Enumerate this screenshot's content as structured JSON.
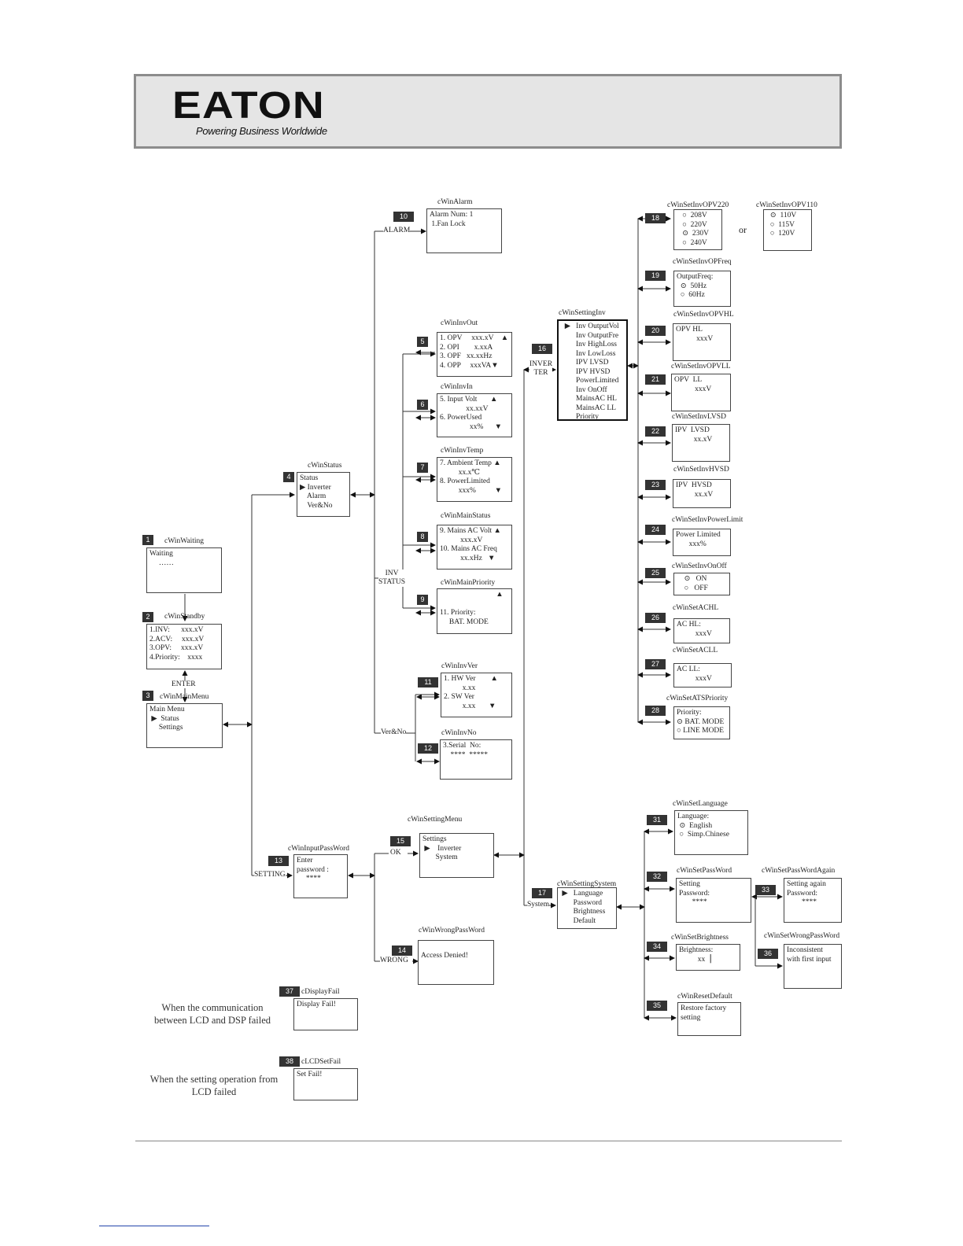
{
  "header": {
    "brand": "EATON",
    "tagline": "Powering Business Worldwide"
  },
  "boxes": [
    {
      "id": "b1",
      "num": "1",
      "title": "cWinWaiting",
      "body": "Waiting\n     ……"
    },
    {
      "id": "b2",
      "num": "2",
      "title": "cWinStandby",
      "body": "1.INV:      xxx.xV\n2.ACV:     xxx.xV\n3.OPV:     xxx.xV\n4.Priority:    xxxx"
    },
    {
      "id": "b3",
      "num": "3",
      "title": "cWinMainMenu",
      "body": "Main Menu\n ▶  Status\n     Settings"
    },
    {
      "id": "b4",
      "num": "4",
      "title": "cWinStatus",
      "body": "Status\n▶ Inverter\n    Alarm\n    Ver&No"
    },
    {
      "id": "b10",
      "num": "10",
      "title": "cWinAlarm",
      "body": "Alarm Num: 1\n 1.Fan Lock"
    },
    {
      "id": "b5",
      "num": "5",
      "title": "cWinInvOut",
      "body": "1. OPV     xxx.xV    ▲\n2. OPI        x.xxA\n3. OPF   xx.xxHz\n4. OPP     xxxVA▼"
    },
    {
      "id": "b6",
      "num": "6",
      "title": "cWinInvIn",
      "body": "5. Input Volt       ▲\n              xx.xxV\n6. PowerUsed\n                xx%      ▼"
    },
    {
      "id": "b7",
      "num": "7",
      "title": "cWinInvTemp",
      "body": "7. Ambient Temp ▲\n          xx.x℃\n8. PowerLimited\n          xxx%          ▼"
    },
    {
      "id": "b8",
      "num": "8",
      "title": "cWinMainStatus",
      "body": "9. Mains AC Volt ▲\n           xxx.xV\n10. Mains AC Freq\n           xx.xHz   ▼"
    },
    {
      "id": "b9",
      "num": "9",
      "title": "cWinMainPriority",
      "body": "                              ▲\n\n11. Priority:\n     BAT. MODE"
    },
    {
      "id": "b11",
      "num": "11",
      "title": "cWinInvVer",
      "body": "1. HW Ver        ▲\n          x.xx\n2. SW Ver\n          x.xx       ▼"
    },
    {
      "id": "b12",
      "num": "12",
      "title": "cWinInvNo",
      "body": "3.Serial  No:\n    ****  *****"
    },
    {
      "id": "b13",
      "num": "13",
      "title": "cWinInputPassWord",
      "body": "Enter\npassword :\n     ****"
    },
    {
      "id": "b15",
      "num": "15",
      "title": "cWinSettingMenu",
      "body": "Settings\n ▶    Inverter\n       System"
    },
    {
      "id": "b14",
      "num": "14",
      "title": "cWinWrongPassWord",
      "body": "\nAccess Denied!"
    },
    {
      "id": "b16",
      "num": "16",
      "title": "cWinSettingInv",
      "body": "  ▶   Inv OutputVol\n        Inv OutputFre\n        Inv HighLoss\n        Inv LowLoss\n        IPV LVSD\n        IPV HVSD\n        PowerLimited\n        Inv OnOff\n        MainsAC HL\n        MainsAC LL\n        Priority"
    },
    {
      "id": "b17",
      "num": "17",
      "title": "cWinSettingSystem",
      "body": " ▶   Language\n       Password\n       Brightness\n       Default"
    },
    {
      "id": "b18",
      "num": "18",
      "title": "cWinSetInvOPV220",
      "body": "   ○  208V\n   ○  220V\n   ⊙  230V\n   ○  240V"
    },
    {
      "id": "b18b",
      "num": "",
      "title": "cWinSetInvOPV110",
      "body": "  ⊙  110V\n  ○  115V\n  ○  120V"
    },
    {
      "id": "b19",
      "num": "19",
      "title": "cWinSetInvOPFreq",
      "body": "OutputFreq:\n  ⊙  50Hz\n  ○  60Hz"
    },
    {
      "id": "b20",
      "num": "20",
      "title": "cWinSetInvOPVHL",
      "body": "OPV HL\n           xxxV"
    },
    {
      "id": "b21",
      "num": "21",
      "title": "cWinSetInvOPVLL",
      "body": "OPV  LL\n           xxxV"
    },
    {
      "id": "b22",
      "num": "22",
      "title": "cWinSetInvLVSD",
      "body": "IPV  LVSD\n          xx.xV"
    },
    {
      "id": "b23",
      "num": "23",
      "title": "cWinSetInvHVSD",
      "body": "IPV  HVSD\n          xx.xV"
    },
    {
      "id": "b24",
      "num": "24",
      "title": "cWinSetInvPowerLimit",
      "body": "Power Limited\n       xxx%"
    },
    {
      "id": "b25",
      "num": "25",
      "title": "cWinSetInvOnOff",
      "body": "    ⊙   ON\n    ○   OFF"
    },
    {
      "id": "b26",
      "num": "26",
      "title": "cWinSetACHL",
      "body": "AC HL:\n          xxxV"
    },
    {
      "id": "b27",
      "num": "27",
      "title": "cWinSetACLL",
      "body": "AC LL:\n          xxxV"
    },
    {
      "id": "b28",
      "num": "28",
      "title": "cWinSetATSPriority",
      "body": "Priority:\n⊙ BAT. MODE\n○ LINE MODE"
    },
    {
      "id": "b31",
      "num": "31",
      "title": "cWinSetLanguage",
      "body": "Language:\n ⊙  English\n ○  Simp.Chinese"
    },
    {
      "id": "b32",
      "num": "32",
      "title": "cWinSetPassWord",
      "body": "Setting\nPassword:\n       ****"
    },
    {
      "id": "b33",
      "num": "33",
      "title": "cWinSetPassWordAgain",
      "body": "Setting again\nPassword:\n        ****"
    },
    {
      "id": "b34",
      "num": "34",
      "title": "cWinSetBrightness",
      "body": "Brightness:\n          xx▕"
    },
    {
      "id": "b36",
      "num": "36",
      "title": "cWinSetWrongPassWord",
      "body": "Inconsistent\nwith first input"
    },
    {
      "id": "b35",
      "num": "35",
      "title": "cWinResetDefault",
      "body": "Restore factory\nsetting"
    },
    {
      "id": "b37",
      "num": "37",
      "title": "cDisplayFail",
      "body": "Display Fail!"
    },
    {
      "id": "b38",
      "num": "38",
      "title": "cLCDSetFail",
      "body": "Set Fail!"
    }
  ],
  "labels": {
    "enter": "ENTER",
    "alarm": "ALARM",
    "inv_status": "INV\nSTATUS",
    "ver_no": "Ver&No",
    "setting": "SETTING",
    "ok": "OK",
    "wrong": "WRONG",
    "inverter": "INVER\nTER",
    "system": "System",
    "or": "or"
  },
  "notes": {
    "display_fail": "When the communication\nbetween LCD and DSP failed",
    "set_fail": "When the setting operation from\nLCD failed"
  }
}
